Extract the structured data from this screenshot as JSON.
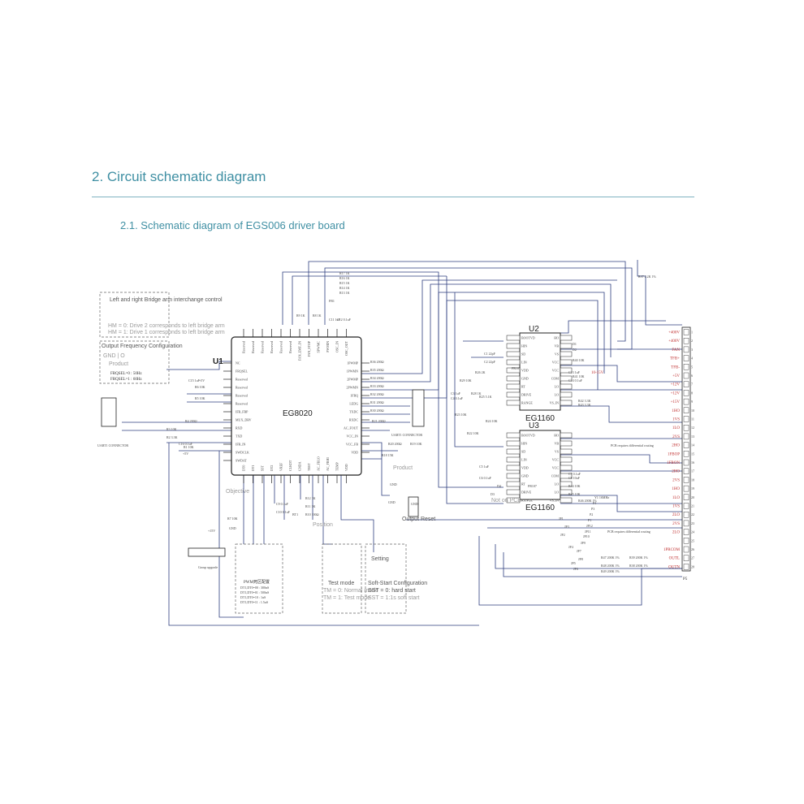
{
  "document": {
    "section_title": "2. Circuit schematic diagram",
    "subsection_title": "2.1. Schematic diagram of EGS006 driver board"
  },
  "colors": {
    "heading": "#3f8fa3",
    "wire": "#2f3f7f",
    "net_label": "#c03030",
    "component": "#333333",
    "faded_text": "#9a9a9a"
  },
  "schematic": {
    "u1": {
      "ref": "U1",
      "part": "EG8020",
      "left_pins": [
        "NC",
        "FRQSEL",
        "Reserved",
        "Reserved",
        "Reserved",
        "Reserved",
        "IFB_FBP",
        "MUX_DRV",
        "RXD",
        "TXD",
        "IFB_IN",
        "SWDCLK",
        "SWDAT"
      ],
      "right_pins": [
        "1PWMP",
        "1PWMN",
        "2PWMP",
        "2PWMN",
        "1FRQ",
        "LEDG",
        "TXDC",
        "RXDC",
        "AC_FOUT",
        "VCC_IN",
        "VCC_FB",
        "VDD"
      ],
      "top_pins": [
        "Reserved",
        "Reserved",
        "Reserved",
        "Reserved",
        "Reserved",
        "Reserved",
        "FAN_EMF_IN",
        "FAN_STOP",
        "SPWMC",
        "PWMIN",
        "OSC_IN",
        "OSC_OUT"
      ],
      "bottom_pins": [
        "DT0",
        "DT1",
        "SST",
        "DT2",
        "VREF",
        "CLKDT",
        "GNDA",
        "TEST",
        "AC_FBLO",
        "AC_FBHI",
        "TEMP",
        "VDD"
      ]
    },
    "u2": {
      "ref": "U2",
      "part": "EG1160"
    },
    "u3": {
      "ref": "U3",
      "part": "EG1160"
    },
    "driver_left_pins": [
      "BOOTVD",
      "HIN",
      "SD",
      "LIN",
      "VDD",
      "GND",
      "RT",
      "DRIVE",
      "RANGE"
    ],
    "driver_right_pins": [
      "HO",
      "VB",
      "VS",
      "VCC",
      "VCC",
      "COM",
      "LO",
      "LO",
      "VS_IN"
    ],
    "annotations": {
      "bridge_arm_title": "Left and right Bridge arm interchange control",
      "hm0": "HM = 0: Drive 2 corresponds to left bridge arm",
      "hm1": "HM = 1: Drive 1 corresponds to left bridge arm",
      "freq_title": "Output Frequency Configuration",
      "freq_gnd": "GND | O",
      "freq_product": "Product",
      "frqsel0": "FRQSEL=0 : 50Hz",
      "frqsel1": "FRQSEL=1 : 60Hz",
      "uart_left": "UART1 CONNECTOR",
      "uart_right": "UART1 CONNECTOR",
      "pwm_title": "PWM死区配置",
      "dt00": "DT1,DT0=00 : 300nS",
      "dt01": "DT1,DT0=01 : 500nS",
      "dt10": "DT1,DT0=10 : 1uS",
      "dt11": "DT1,DT0=11 : 1.5uS",
      "test_mode": "Test mode",
      "tm0": "TM = 0: Normal mode",
      "tm1": "TM = 1: Test mode",
      "soft_start_title": "Soft-Start Configuration",
      "sst0": "SST = 0: hard start",
      "sst1": "SST = 1:1s soft start",
      "setting": "Setting",
      "objective": "Objective",
      "product": "Product",
      "position": "Position",
      "output_reset": "Output Reset",
      "pcb_note1": "PCB requires differential routing",
      "pcb_note2": "PCB requires differential routing",
      "v10_15": "10-15V",
      "group_upgrade": "Group upgrade",
      "not_on_pcb": "Not on PCB"
    },
    "ext_connector": {
      "ref": "P5",
      "labels": [
        "+400V",
        "+400V",
        "FAN",
        "TFB+",
        "TFB-",
        "+5V",
        "+12V",
        "+12V",
        "+15V",
        "1HO",
        "1VS",
        "1LO",
        "2VS",
        "2HO",
        "1FBOP",
        "1FBON",
        "2HO",
        "2VS",
        "1HO",
        "1LO",
        "1VS",
        "2LO",
        "2VS",
        "2LO",
        "",
        "1PRCOM",
        "OUTL",
        "OUTN"
      ]
    },
    "resistor_labels": [
      "R17 1K",
      "R16 1K",
      "R15 1K",
      "R14 1K",
      "R13 1K",
      "R9 1K",
      "R8 1K",
      "R36 200Ω",
      "R35 200Ω",
      "R34 200Ω",
      "R33 200Ω",
      "R32 200Ω",
      "R31 200Ω",
      "R30 200Ω",
      "R29 10K",
      "R28 1K",
      "R26 2K",
      "R25 5.1K",
      "R24 10K",
      "R23 10K",
      "R22 10K",
      "R21 200Ω",
      "R20 200Ω",
      "R19 10K",
      "R18 15K",
      "R12 1K",
      "R11 1K",
      "R10 100Ω",
      "R7 10K",
      "R6 10K",
      "R5 10K",
      "R4 200Ω",
      "R3 10K",
      "R2 3.3K",
      "R1 10K",
      "R40 10K",
      "R41 10K",
      "R42 3.3K",
      "R43 3.3K",
      "R44 10K",
      "R45 10K",
      "R46 200K 1%",
      "R47 200K 1%",
      "R48 200K 1%",
      "R49 200K 1%",
      "R39 200K 1%",
      "R38 200K 1%",
      "R37 2.2K 1%"
    ],
    "capacitor_labels": [
      "C1 22pF",
      "C2 22pF",
      "C3 1uF",
      "C4 0.1uF",
      "C5 1uF",
      "C6 0.1uF",
      "C7 0.1uF",
      "C8 10uF",
      "C9 0.1uF",
      "C10 0.1uF",
      "C11 1uF",
      "C12 0.1uF",
      "C13 1uF",
      "C14 0.1uF",
      "C15 1uF",
      "C16 0.1uF"
    ],
    "misc_labels": [
      "+5V",
      "+5V",
      "GND",
      "GND",
      "GND",
      "GND",
      "+15V",
      "FB1",
      "BT1",
      "D1",
      "D2",
      "D3",
      "D4",
      "FR107",
      "FR107",
      "JP1",
      "JP2",
      "JP3",
      "JP4",
      "JP5",
      "JP6",
      "JP7",
      "JP8",
      "JP9",
      "JP10",
      "JP11",
      "JP12",
      "P1",
      "P2",
      "P3",
      "P4",
      "Y1 16MHz"
    ]
  }
}
